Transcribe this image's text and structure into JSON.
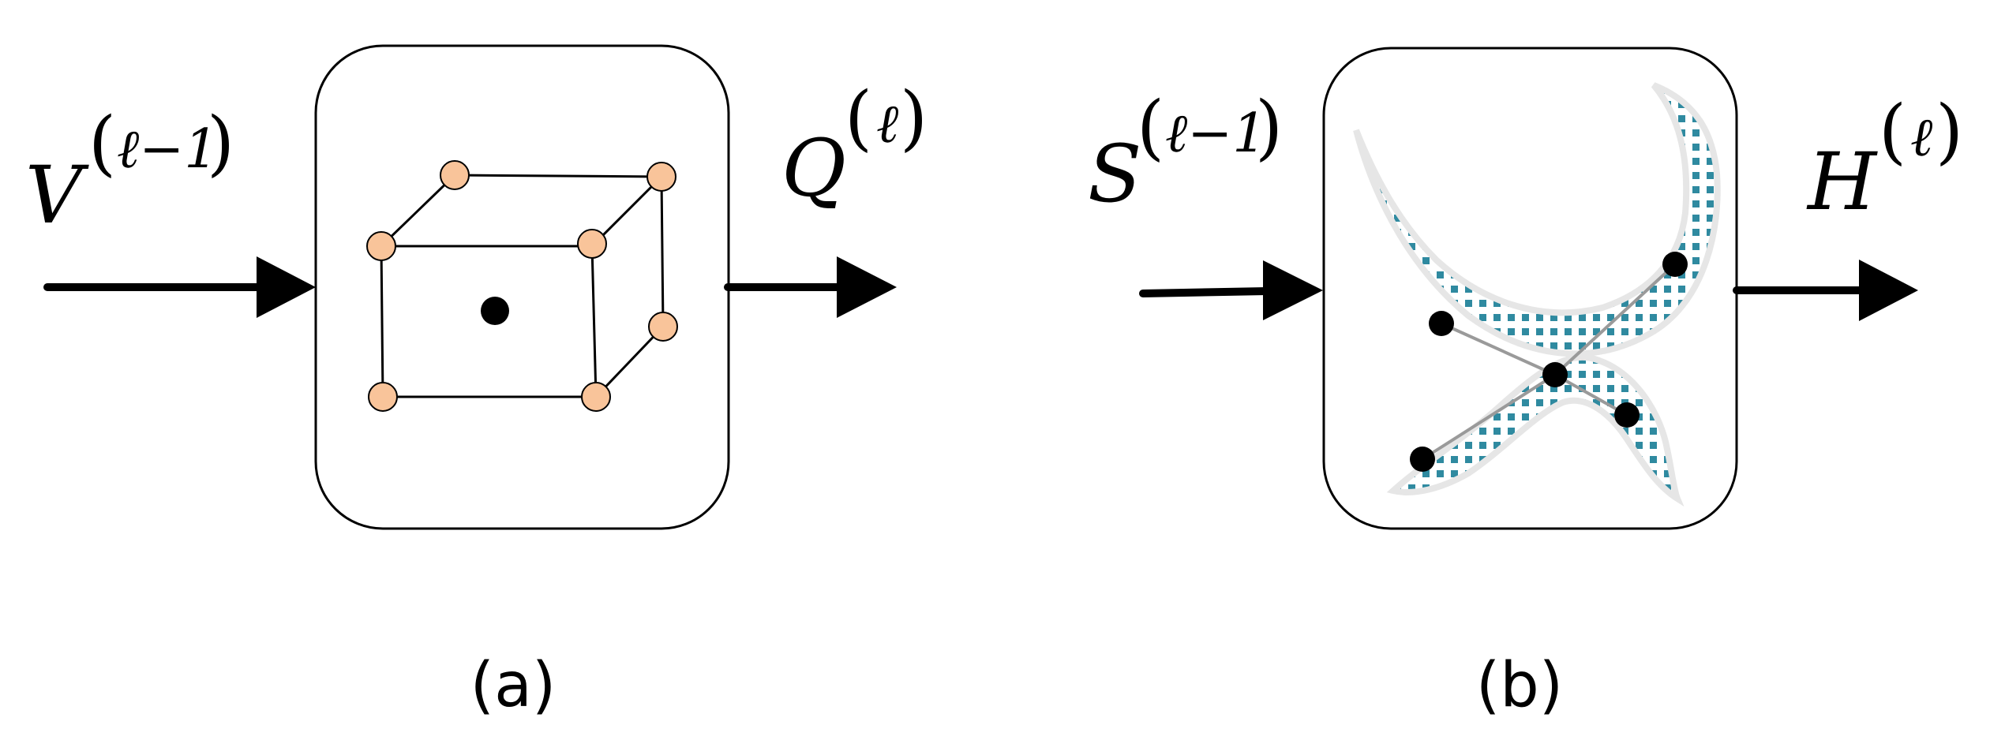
{
  "panel_a": {
    "input": {
      "base": "V",
      "superscript": "ℓ−1"
    },
    "output": {
      "base": "Q",
      "superscript": "ℓ"
    },
    "caption": "(a)",
    "colors": {
      "vertex": "#f9c49a",
      "center": "#000000",
      "edge": "#000000"
    }
  },
  "panel_b": {
    "input": {
      "base": "S",
      "superscript": "ℓ−1"
    },
    "output": {
      "base": "H",
      "superscript": "ℓ"
    },
    "caption": "(b)",
    "colors": {
      "shape_dots": "#2f8aa0",
      "node": "#000000",
      "link": "#9a9a9a"
    }
  }
}
